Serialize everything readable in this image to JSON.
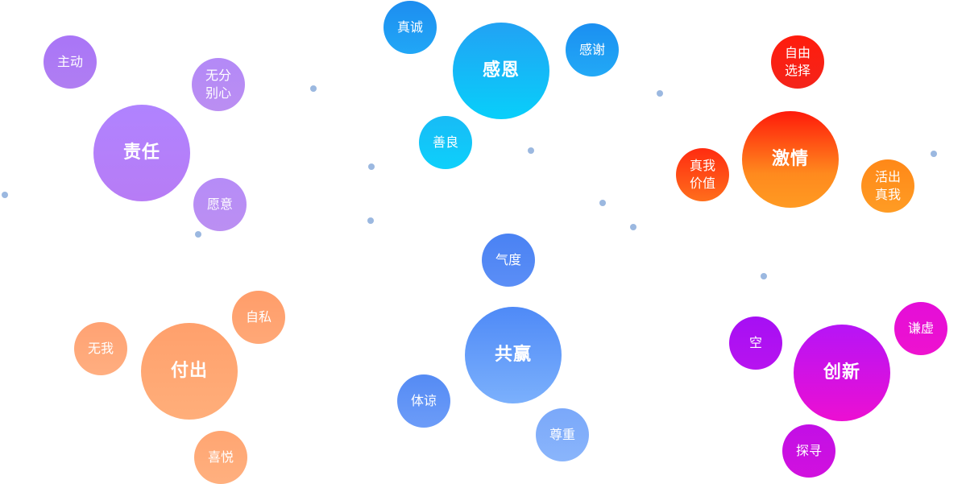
{
  "groups": {
    "zeren": {
      "main": "责任",
      "satellites": [
        "主动",
        [
          "无分",
          "别心"
        ],
        "愿意"
      ]
    },
    "ganen": {
      "main": "感恩",
      "satellites": [
        "真诚",
        "感谢",
        "善良"
      ]
    },
    "jiqing": {
      "main": "激情",
      "satellites": [
        [
          "自由",
          "选择"
        ],
        [
          "真我",
          "价值"
        ],
        [
          "活出",
          "真我"
        ]
      ]
    },
    "fuchu": {
      "main": "付出",
      "satellites": [
        "无我",
        "自私",
        "喜悦"
      ]
    },
    "gongying": {
      "main": "共赢",
      "satellites": [
        "气度",
        "体谅",
        "尊重"
      ]
    },
    "chuangxin": {
      "main": "创新",
      "satellites": [
        "空",
        "谦虚",
        "探寻"
      ]
    }
  },
  "colors": {
    "purple": "#b083ff",
    "blue": "#22a2f4",
    "orange_red": "#ff1a0a",
    "peach": "#ffa06c",
    "periwinkle": "#4f8af7",
    "magenta": "#b614f6",
    "dot": "#9bb8e0"
  }
}
